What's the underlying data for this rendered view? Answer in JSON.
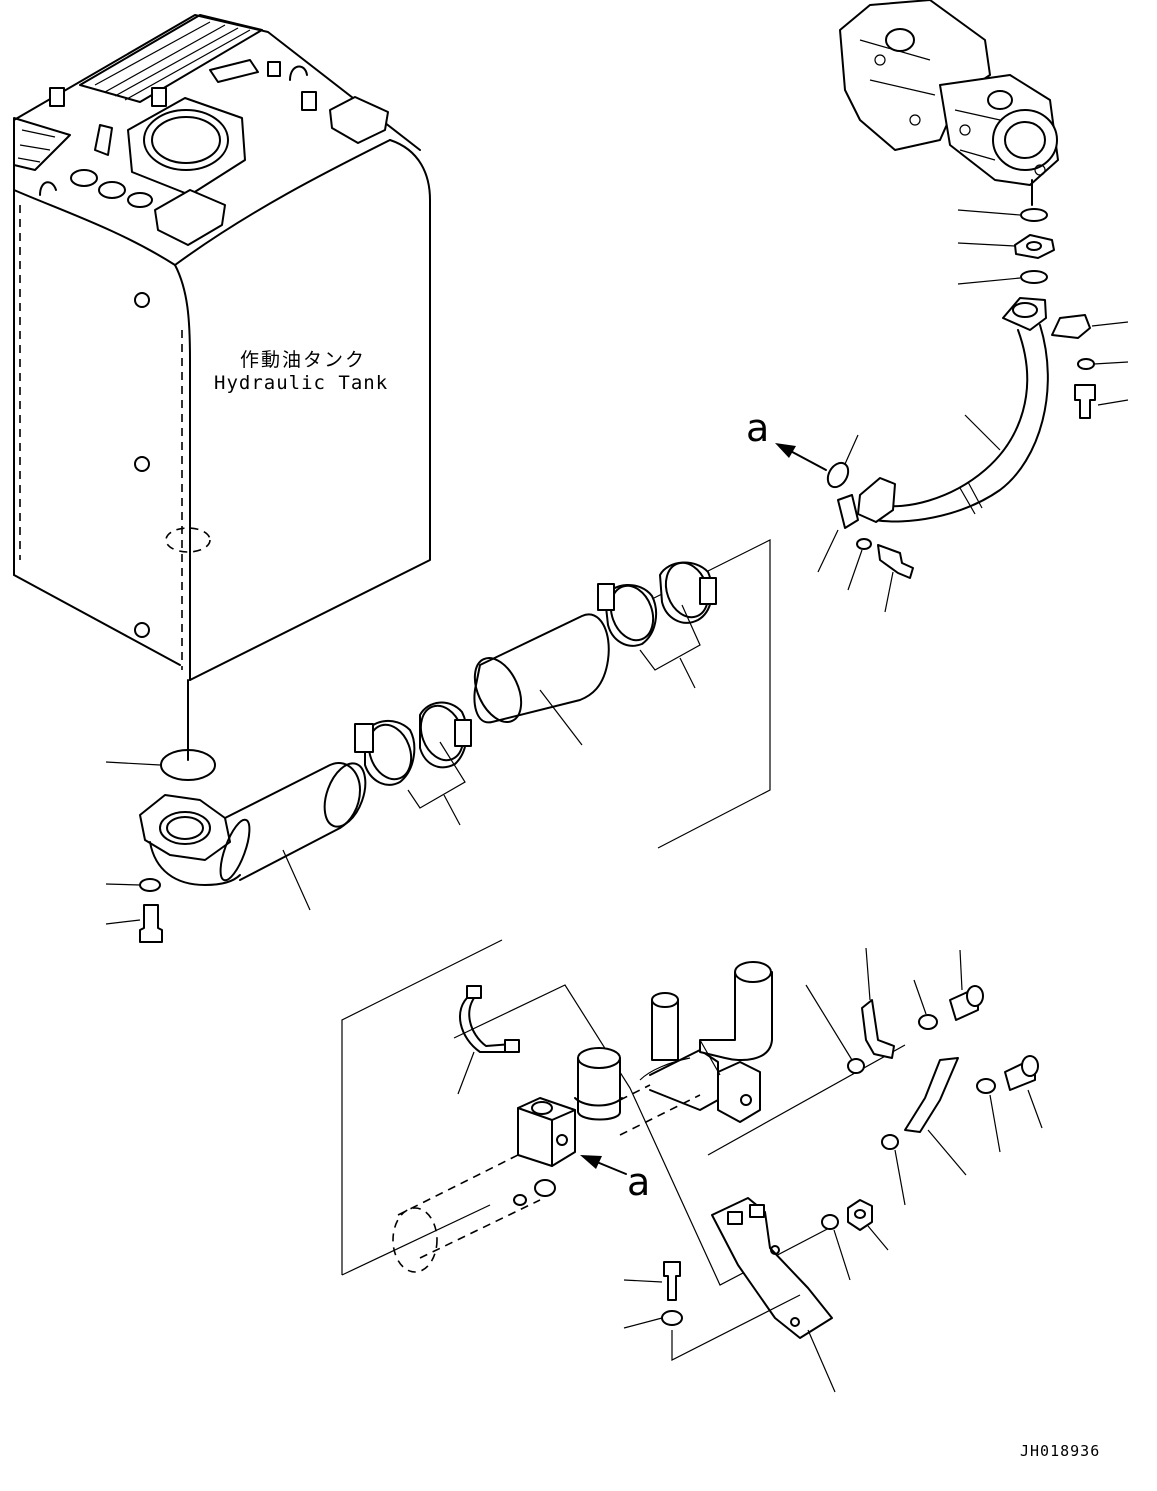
{
  "diagram": {
    "tank_label_jp": "作動油タンク",
    "tank_label_en": "Hydraulic Tank",
    "view_ref_upper": "a",
    "view_ref_lower": "a",
    "drawing_code": "JH018936"
  }
}
